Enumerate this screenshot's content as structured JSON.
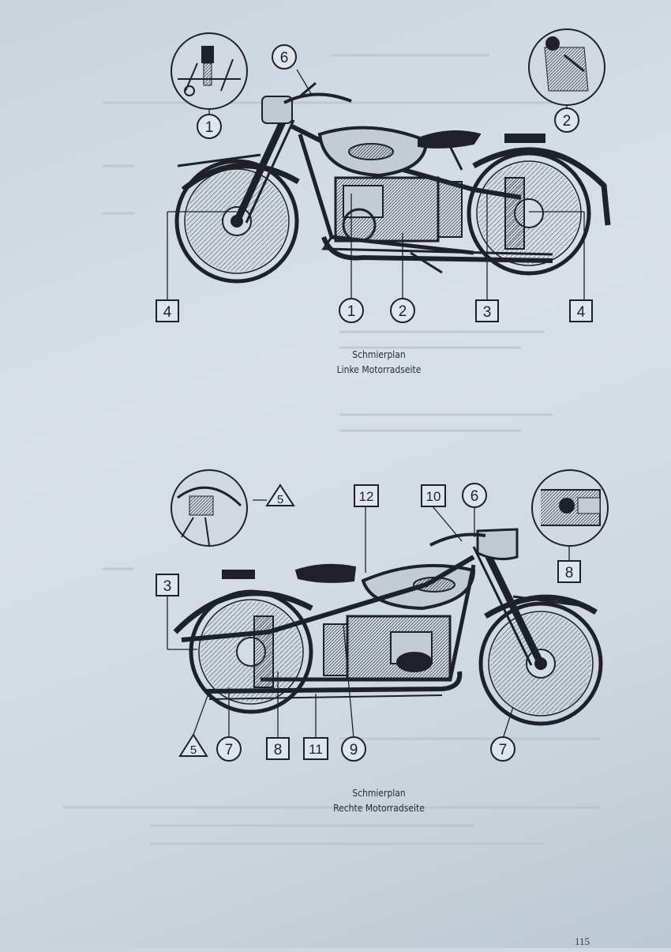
{
  "figure_top": {
    "caption_title": "Schmierplan",
    "caption_subtitle": "Linke Motorradseite",
    "markers": {
      "m6": "6",
      "m1_inset": "1",
      "m2_inset": "2",
      "m4_left": "4",
      "m1": "1",
      "m2": "2",
      "m3": "3",
      "m4_right": "4"
    }
  },
  "figure_bottom": {
    "caption_title": "Schmierplan",
    "caption_subtitle": "Rechte Motorradseite",
    "markers": {
      "m5_top": "5",
      "m12": "12",
      "m10": "10",
      "m6": "6",
      "m8_inset": "8",
      "m3": "3",
      "m5_bottom": "5",
      "m7_left": "7",
      "m8": "8",
      "m11": "11",
      "m9": "9",
      "m7_right": "7"
    }
  },
  "page_number": "115",
  "colors": {
    "ink": "#1e2226",
    "paper": "#d3dce3"
  }
}
